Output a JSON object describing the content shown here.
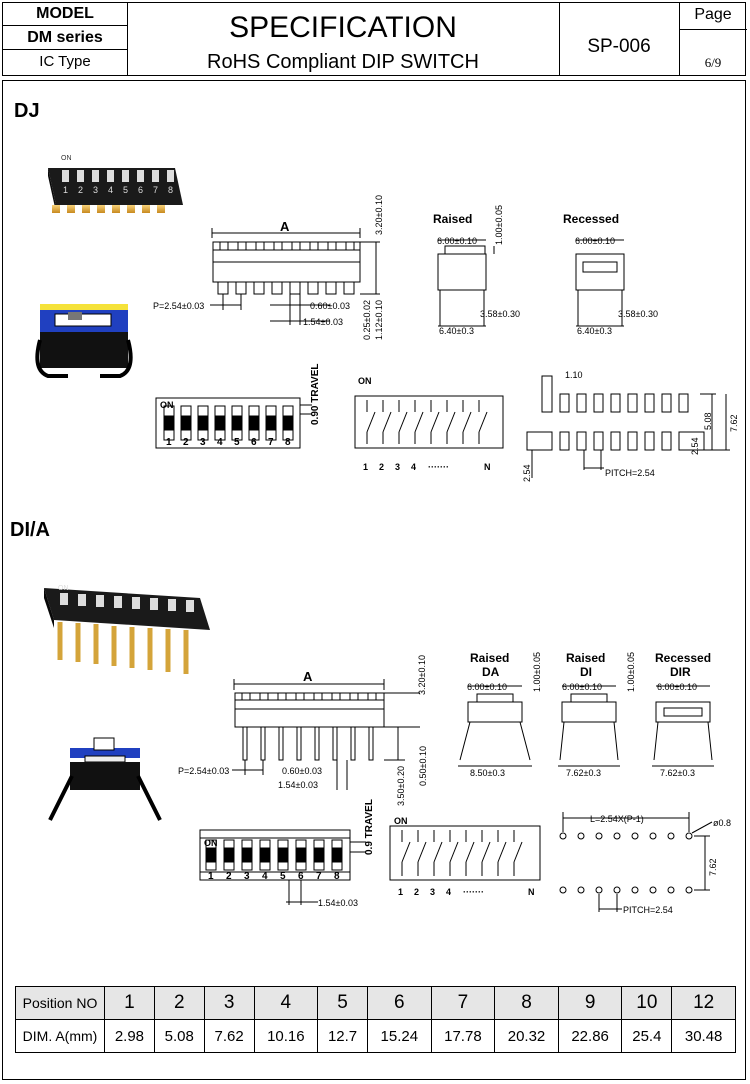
{
  "header": {
    "model_label": "MODEL",
    "series": "DM series",
    "type": "IC Type",
    "title": "SPECIFICATION",
    "subtitle": "RoHS Compliant DIP SWITCH",
    "doc_no": "SP-006",
    "page_label": "Page",
    "page": "6/9"
  },
  "dj": {
    "title": "DJ",
    "dim_A": "A",
    "height": "3.20±0.10",
    "pitch": "P=2.54±0.03",
    "d060": "0.60±0.03",
    "d154": "1.54±0.03",
    "d025": "0.25±0.02",
    "d112": "1.12±0.10",
    "raised": "Raised",
    "recessed": "Recessed",
    "d600": "6.00±0.10",
    "d100": "1.00±0.05",
    "d358": "3.58±0.30",
    "d640": "6.40±0.3",
    "travel": "0.90 TRAVEL",
    "on": "ON",
    "numbers": [
      "1",
      "2",
      "3",
      "4",
      "5",
      "6",
      "7",
      "8"
    ],
    "schematic_labels": [
      "1",
      "2",
      "3",
      "4",
      "·······",
      "N"
    ],
    "pad_110": "1.10",
    "pad_508": "5.08",
    "pad_762": "7.62",
    "pad_254a": "2.54",
    "pad_254b": "2.54",
    "pad_pitch": "PITCH=2.54"
  },
  "dia": {
    "title": "DI/A",
    "dim_A": "A",
    "height": "3.20±0.10",
    "pitch": "P=2.54±0.03",
    "d060": "0.60±0.03",
    "d154": "1.54±0.03",
    "d350": "3.50±0.20",
    "d050": "0.50±0.10",
    "raised1": "Raised",
    "raised1_sub": "DA",
    "raised2": "Raised",
    "raised2_sub": "DI",
    "recessed": "Recessed",
    "recessed_sub": "DIR",
    "d600": "6.00±0.10",
    "d100": "1.00±0.05",
    "d850": "8.50±0.3",
    "d762": "7.62±0.3",
    "travel": "0.9 TRAVEL",
    "on": "ON",
    "numbers": [
      "1",
      "2",
      "3",
      "4",
      "5",
      "6",
      "7",
      "8"
    ],
    "schematic_labels": [
      "1",
      "2",
      "3",
      "4",
      "·······",
      "N"
    ],
    "d154b": "1.54±0.03",
    "L": "L=2.54X(P-1)",
    "phi": "ø0.8",
    "v762": "7.62",
    "pitch2": "PITCH=2.54"
  },
  "table": {
    "row1_label": "Position NO",
    "row2_label": "DIM. A(mm)",
    "positions": [
      "1",
      "2",
      "3",
      "4",
      "5",
      "6",
      "7",
      "8",
      "9",
      "10",
      "12"
    ],
    "dims": [
      "2.98",
      "5.08",
      "7.62",
      "10.16",
      "12.7",
      "15.24",
      "17.78",
      "20.32",
      "22.86",
      "25.4",
      "30.48"
    ]
  }
}
